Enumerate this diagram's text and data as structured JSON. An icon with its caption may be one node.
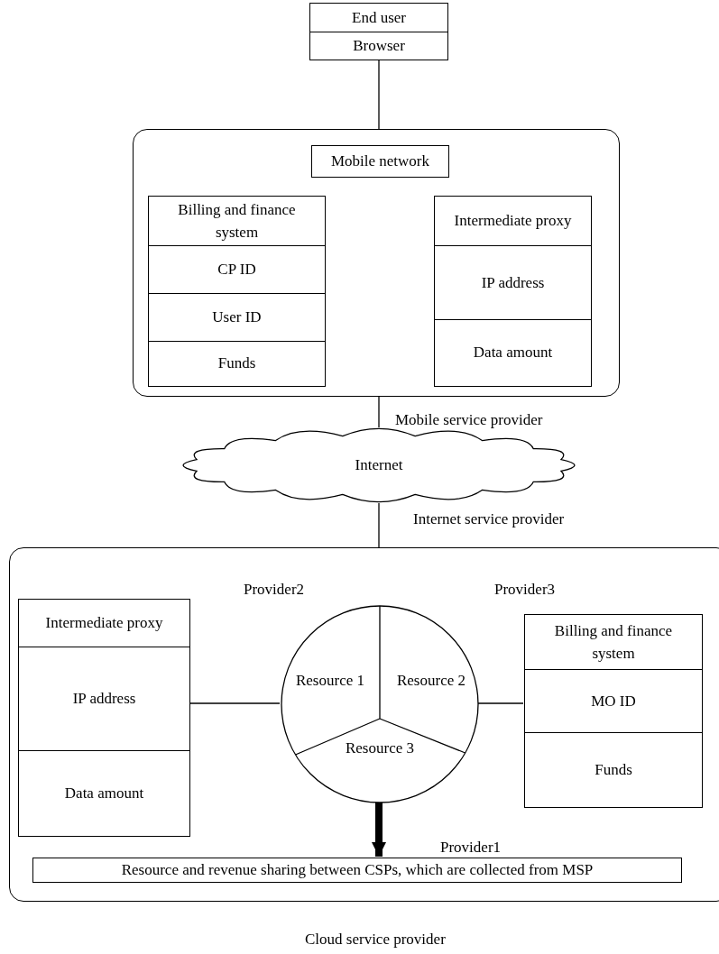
{
  "diagram": {
    "nodes": [
      {
        "text": [
          "End user",
          "Browser"
        ]
      },
      {
        "text": [
          "Mobile service provider"
        ]
      },
      {
        "text": [
          "Mobile network"
        ],
        "in": 1
      },
      {
        "text": [
          "Billing and finance system",
          "CP ID",
          "User ID",
          "Funds"
        ],
        "in": 1
      },
      {
        "text": [
          "Intermediate proxy",
          "IP address",
          "Data amount"
        ],
        "in": 1
      },
      {
        "text": [
          "Internet"
        ],
        "beside": [
          "Internet service provider"
        ]
      },
      {
        "text": [
          "Cloud service provider"
        ]
      },
      {
        "text": [
          "Intermediate proxy",
          "IP address",
          "Data amount"
        ],
        "in": 6
      },
      {
        "text": [],
        "shape": "circle",
        "in": 6
      },
      {
        "text": [
          "Resource 1"
        ],
        "in": 8
      },
      {
        "text": [
          "Resource 2"
        ],
        "in": 8
      },
      {
        "text": [
          "Resource 3"
        ],
        "in": 8
      },
      {
        "text": [
          "Billing and finance system",
          "MO ID",
          "Funds"
        ],
        "in": 6
      },
      {
        "text": [
          "Resource and revenue sharing between CSPs, which are collected from MSP"
        ],
        "in": 6
      }
    ],
    "edges": [
      {
        "from": 0,
        "to": 1,
        "arrow": "none"
      },
      {
        "from": 1,
        "to": 5,
        "arrow": "none"
      },
      {
        "from": 5,
        "to": 6,
        "arrow": "none"
      },
      {
        "from": 7,
        "to": 8,
        "arrow": "none"
      },
      {
        "from": 8,
        "to": 12,
        "arrow": "none"
      },
      {
        "from": 8,
        "to": 13,
        "arrow": "to",
        "style": "thick"
      }
    ],
    "labels": [
      "Provider2",
      "Provider3",
      "Provider1"
    ]
  }
}
